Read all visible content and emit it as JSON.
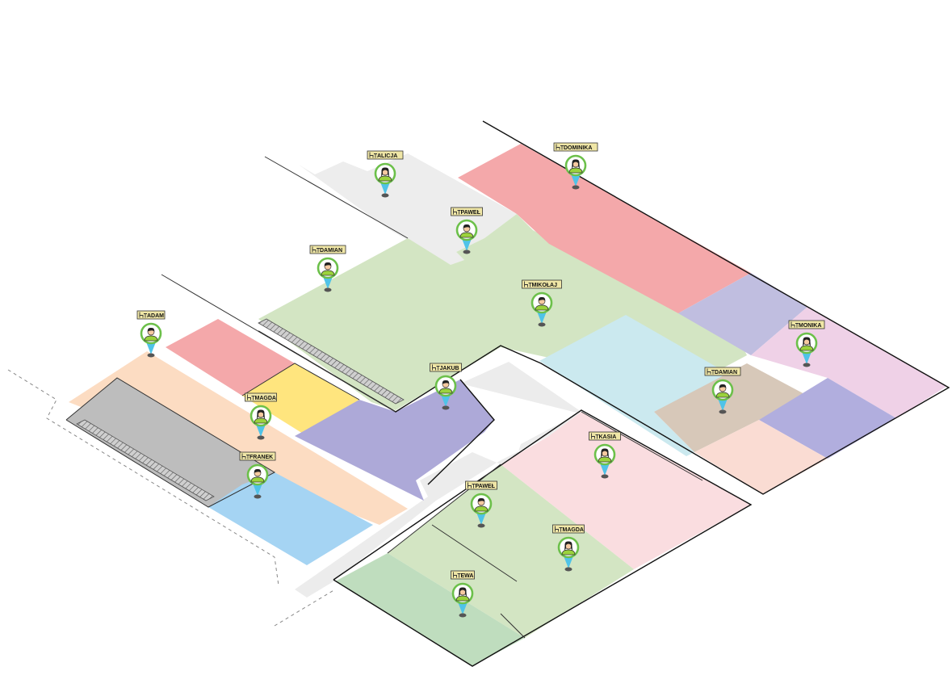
{
  "people": [
    {
      "name": "ALICJA",
      "gender": "f"
    },
    {
      "name": "DOMINIKA",
      "gender": "f"
    },
    {
      "name": "PAWEŁ",
      "gender": "m"
    },
    {
      "name": "DAMIAN",
      "gender": "m"
    },
    {
      "name": "MIKOŁAJ",
      "gender": "m"
    },
    {
      "name": "ADAM",
      "gender": "m"
    },
    {
      "name": "MONIKA",
      "gender": "f"
    },
    {
      "name": "JAKUB",
      "gender": "m"
    },
    {
      "name": "DAMIAN",
      "gender": "m"
    },
    {
      "name": "MAGDA",
      "gender": "f"
    },
    {
      "name": "FRANEK",
      "gender": "m"
    },
    {
      "name": "KASIA",
      "gender": "f"
    },
    {
      "name": "PAWEŁ",
      "gender": "m"
    },
    {
      "name": "MAGDA",
      "gender": "f"
    },
    {
      "name": "EWA",
      "gender": "f"
    }
  ],
  "colors": {
    "pin_ring": "#6cc04a",
    "pin_tip": "#4fc3e8",
    "shirt": "#9bd23c",
    "skin": "#f5c9a0",
    "label_bg": "#efe6a6"
  }
}
